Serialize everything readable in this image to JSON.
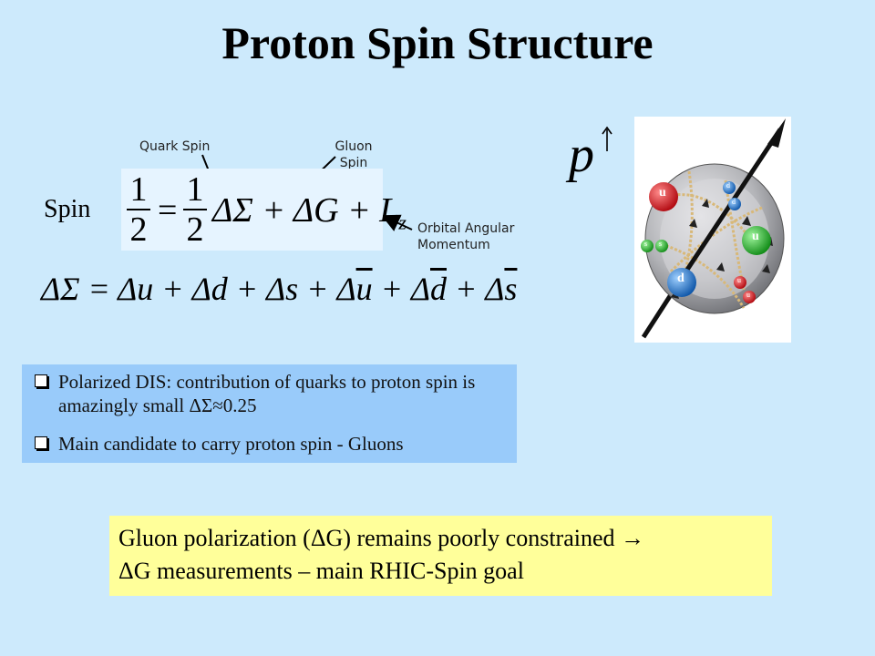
{
  "title": "Proton Spin Structure",
  "annotations": {
    "quark_spin": "Quark Spin",
    "gluon_spin_line1": "Gluon",
    "gluon_spin_line2": "Spin",
    "orbital_line1": "Orbital Angular",
    "orbital_line2": "Momentum"
  },
  "spin_label": "Spin",
  "equation1": {
    "lhs_num": "1",
    "lhs_den": "2",
    "equals": "=",
    "coef_num": "1",
    "coef_den": "2",
    "terms": "ΔΣ + ΔG + L",
    "subscript": "z"
  },
  "equation2": {
    "text": "ΔΣ = Δu + Δd + Δs + Δ",
    "u_bar": "u",
    "plus_d": " + Δ",
    "d_bar": "d",
    "plus_s": " + Δ",
    "s_bar": "s"
  },
  "bullets": [
    "Polarized DIS: contribution of quarks to proton spin is amazingly small ΔΣ≈0.25",
    "Main candidate to carry proton spin - Gluons"
  ],
  "note": {
    "line1": "Gluon polarization (ΔG) remains poorly constrained →",
    "line2": "ΔG measurements – main RHIC-Spin goal"
  },
  "proton_figure": {
    "symbol": "p",
    "quark_labels": [
      "u",
      "u",
      "d",
      "d",
      "d",
      "s",
      "s",
      "u",
      "u"
    ],
    "colors": {
      "red": "#d8121b",
      "green": "#19b21f",
      "blue": "#1e78d2",
      "sphere": "#8d8e93"
    }
  }
}
